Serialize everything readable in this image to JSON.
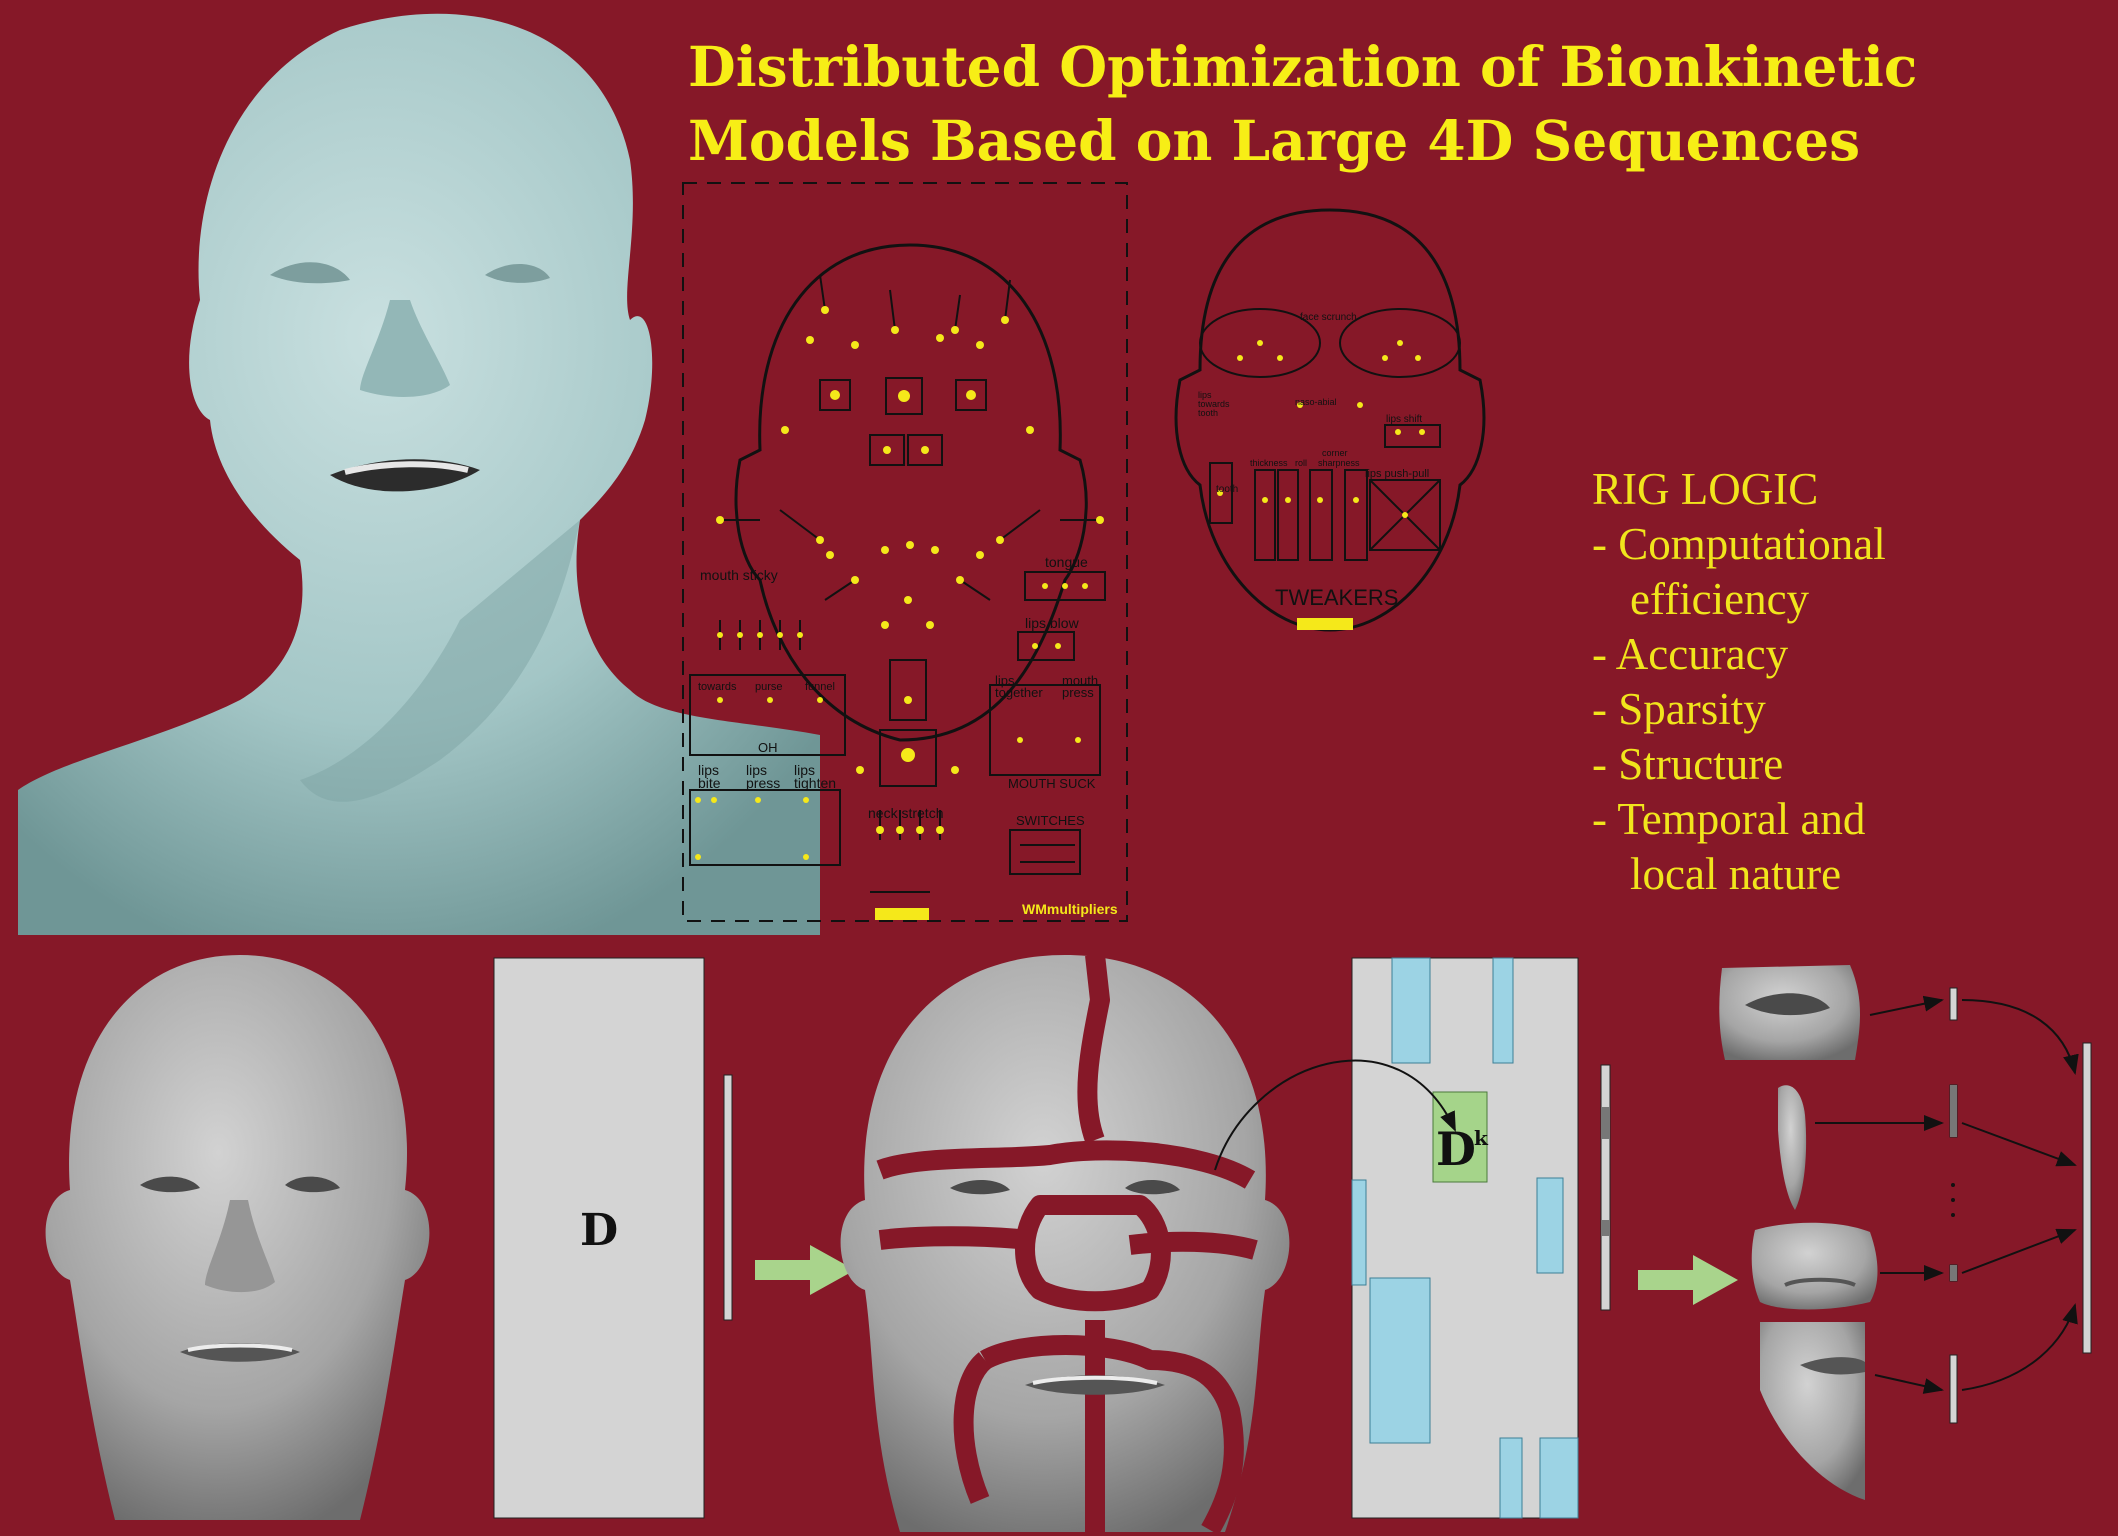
{
  "title": {
    "line1": "Distributed Optimization of Bionkinetic",
    "line2": "Models Based on Large 4D Sequences"
  },
  "rig_logic": {
    "heading": "RIG LOGIC",
    "items": [
      {
        "line1": "- Computational",
        "line2": "efficiency"
      },
      {
        "line1": "- Accuracy"
      },
      {
        "line1": "- Sparsity"
      },
      {
        "line1": "- Structure"
      },
      {
        "line1": "- Temporal and",
        "line2": "local nature"
      }
    ]
  },
  "rig_panel": {
    "labels": {
      "mouth_sticky": "mouth sticky",
      "tongue": "tongue",
      "lips_blow": "lips blow",
      "towards": "towards",
      "purse": "purse",
      "funnel": "funnel",
      "oh": "OH",
      "lips_together_1": "lips",
      "lips_together_2": "together",
      "mouth_press_1": "mouth",
      "mouth_press_2": "press",
      "lips_bite_1": "lips",
      "lips_bite_2": "bite",
      "lips_press_1": "lips",
      "lips_press_2": "press",
      "lips_tighten_1": "lips",
      "lips_tighten_2": "tighten",
      "mouth_suck": "MOUTH SUCK",
      "neck_stretch": "neck stretch",
      "switches": "SWITCHES",
      "wm_multipliers": "WMmultipliers"
    }
  },
  "tweakers_panel": {
    "labels": {
      "face_scrunch": "face scrunch",
      "lips_towards_tooth_1": "lips",
      "lips_towards_tooth_2": "towards",
      "lips_towards_tooth_3": "tooth",
      "nasolabial": "naso-abial",
      "lips_shift": "lips shift",
      "tooth": "tooth",
      "thickness": "thickness",
      "roll": "roll",
      "corner_sharpness_1": "corner",
      "corner_sharpness_2": "sharpness",
      "lips_push_pull": "lips push-pull",
      "tweakers": "TWEAKERS"
    }
  },
  "matrix_d": {
    "label": "D"
  },
  "matrix_dk": {
    "label": "D",
    "superscript": "k"
  },
  "colors": {
    "background": "#861828",
    "title": "#f7ee16",
    "rig_logic_text": "#f1e51c",
    "panel_yellow": "#f5e81a",
    "matrix_fill": "#d4d4d4",
    "block_blue": "#9cd3e4",
    "block_green": "#a5d48a",
    "arrow_green": "#a9d48c",
    "face_grey": "#a8a8a8",
    "head_teal": "#a9cccc"
  },
  "icons": [
    "face-render-icon",
    "green-arrow-icon"
  ]
}
